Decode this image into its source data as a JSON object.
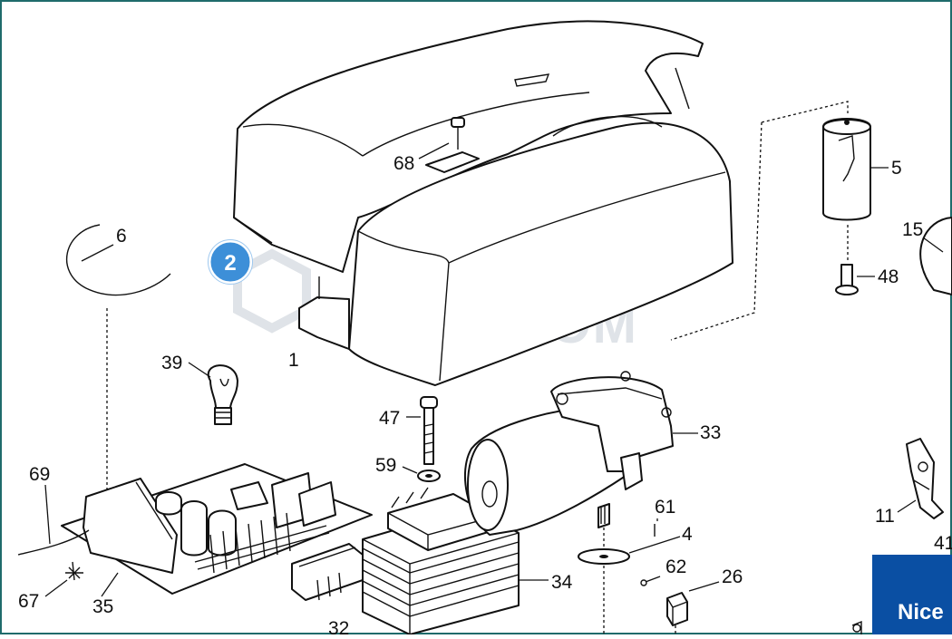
{
  "callouts": {
    "c1": "1",
    "c4": "4",
    "c5": "5",
    "c6": "6",
    "c11": "11",
    "c15": "15",
    "c26": "26",
    "c32": "32",
    "c33": "33",
    "c34": "34",
    "c35": "35",
    "c39": "39",
    "c41": "41",
    "c47": "47",
    "c48": "48",
    "c59": "59",
    "c61": "61",
    "c62": "62",
    "c67": "67",
    "c68": "68",
    "c69": "69"
  },
  "step_badge": {
    "number": "2",
    "color": "#3d8fd8"
  },
  "watermark": {
    "text": "PLUSCOM"
  },
  "brand_logo": {
    "text": "Nice",
    "color": "#0a4fa3"
  },
  "frame_color": "#1f6b6b"
}
